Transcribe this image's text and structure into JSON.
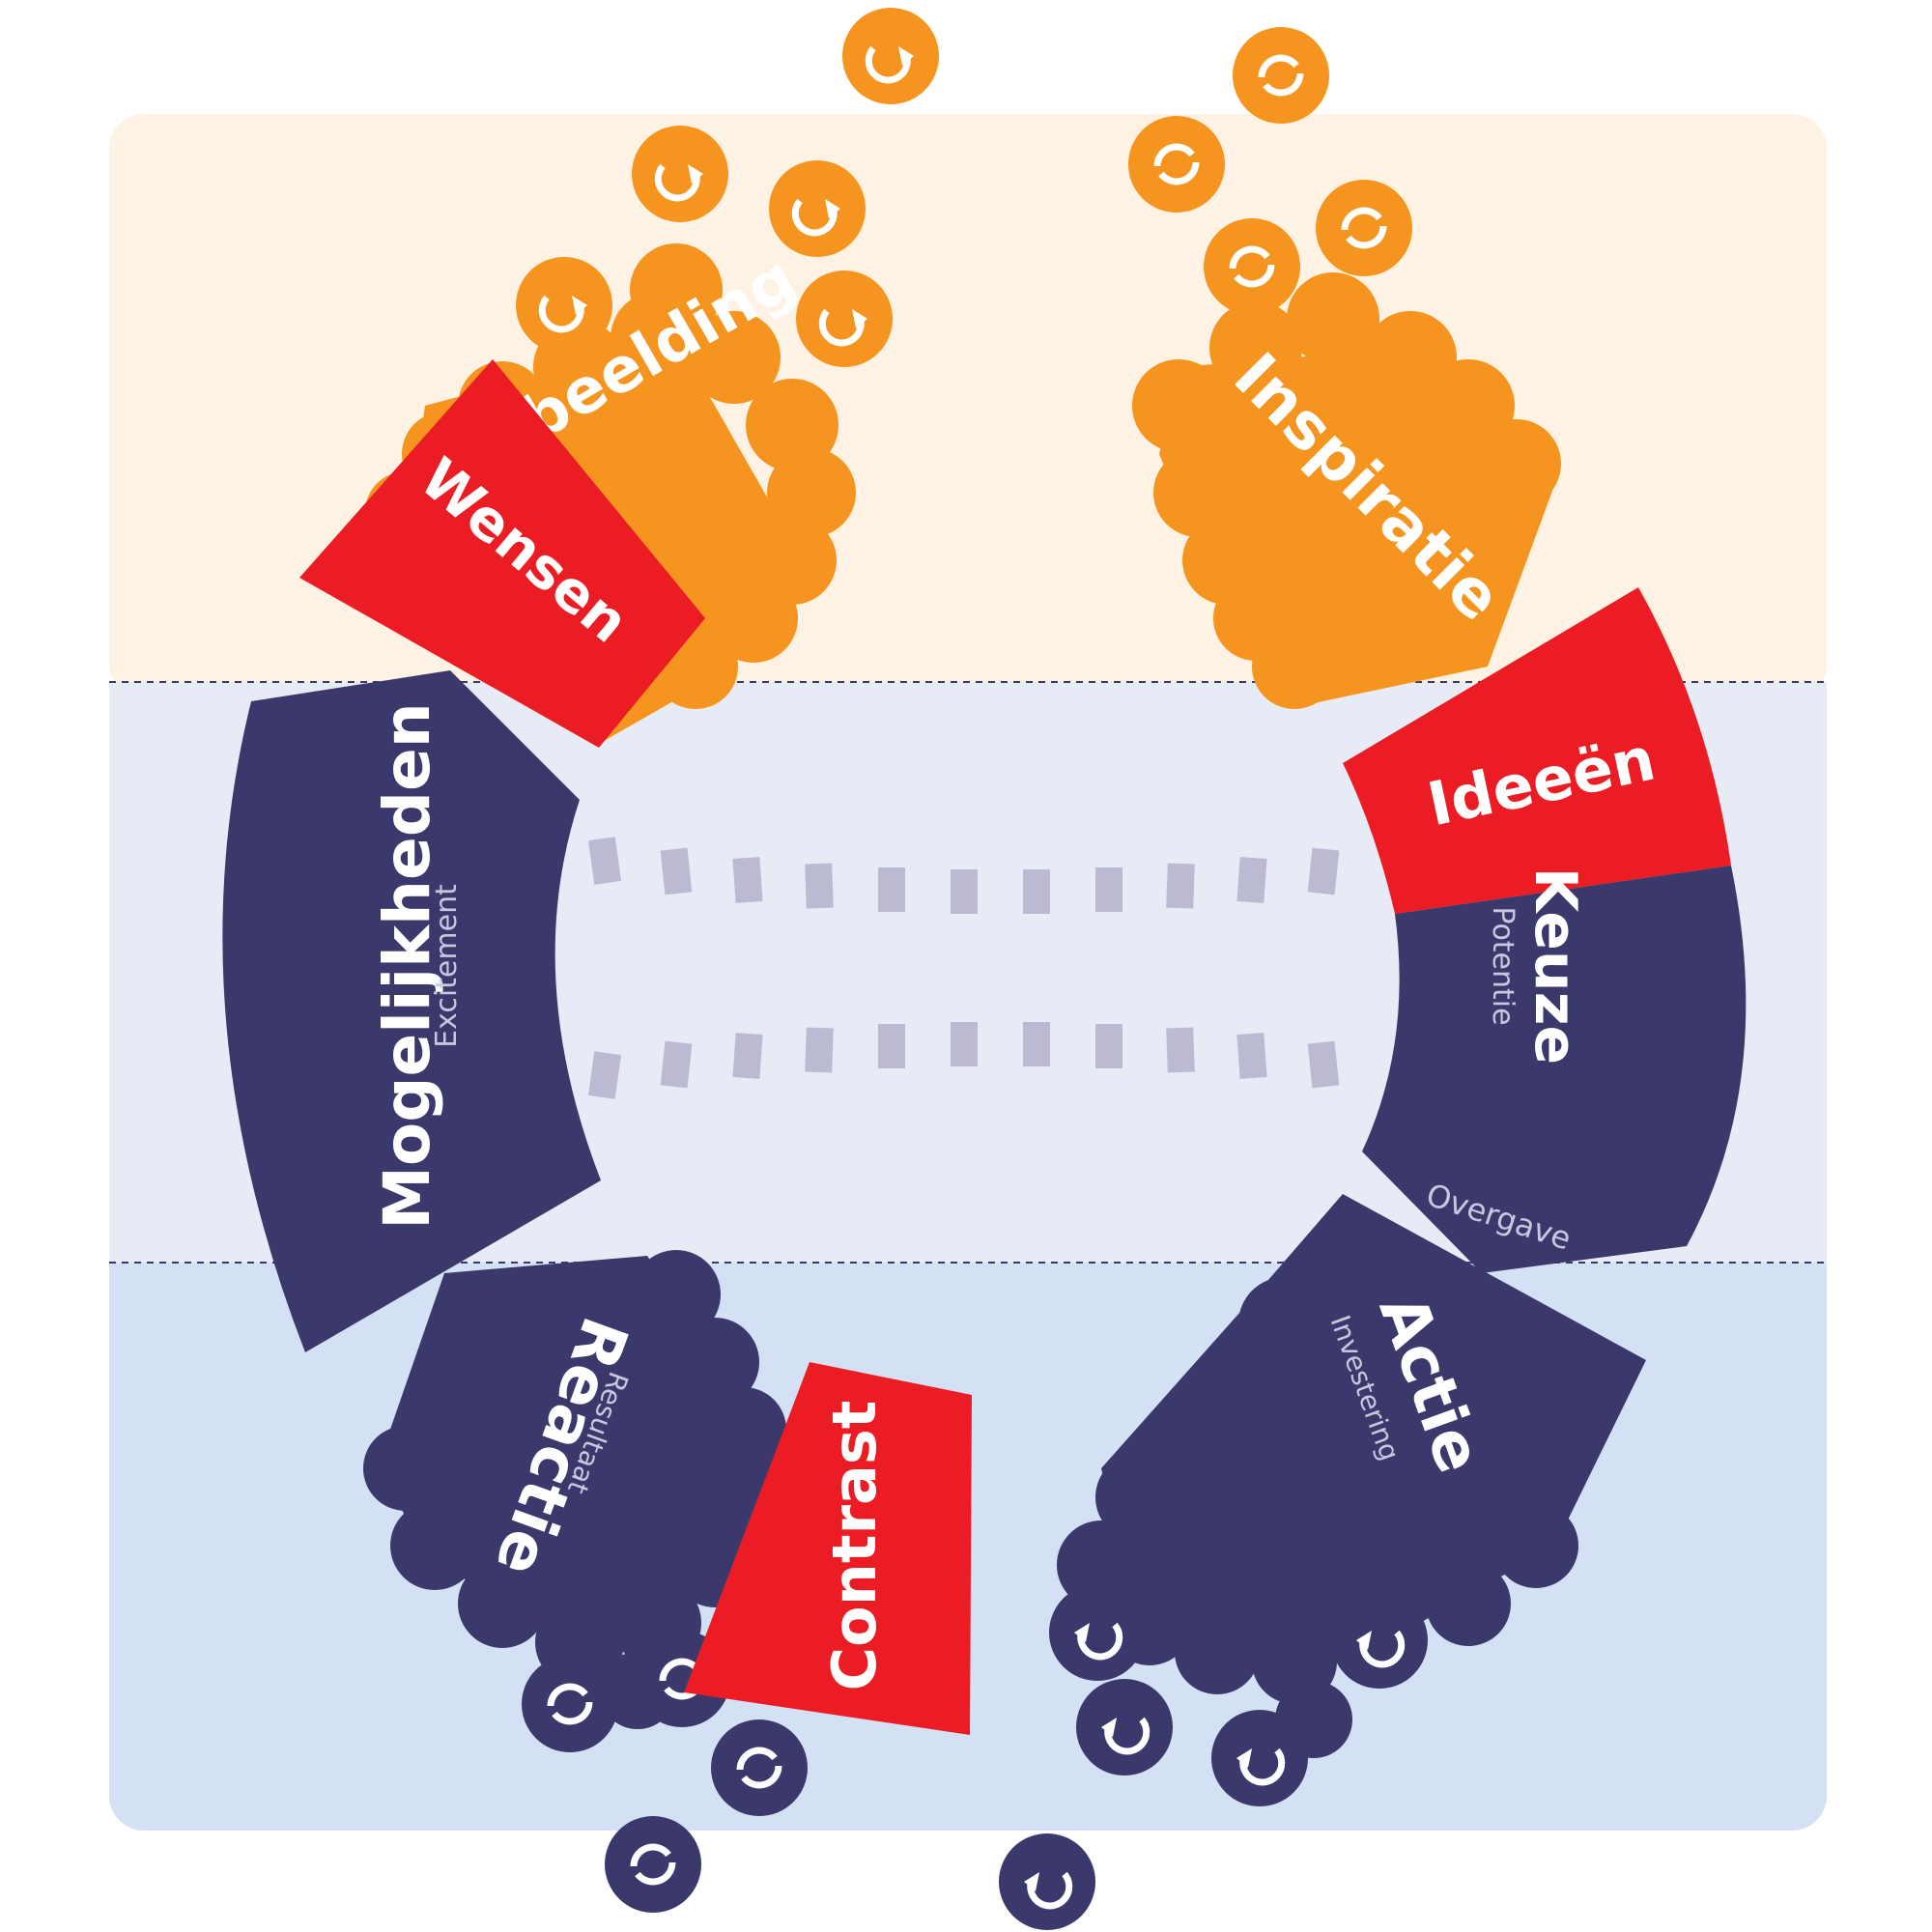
{
  "colors": {
    "orange": "#f5951f",
    "red": "#ec1c24",
    "navy": "#3b386b",
    "band_top": "#fdf2e3",
    "band_mid": "#e6ebf6",
    "band_bottom": "#d4e0f3",
    "dash": "#bcbad2",
    "white": "#ffffff"
  },
  "icons": {
    "cycle": "cycle-arrow-icon",
    "refresh": "refresh-icon"
  },
  "labels": {
    "verbeelding": "Verbeelding",
    "inspiratie": "Inspiratie",
    "wensen": "Wensen",
    "ideeen": "Ideeën",
    "mogelijkheden": "Mogelijkheden",
    "excitement": "Excitement",
    "keuze": "Keuze",
    "potentie": "Potentie",
    "overgave": "Overgave",
    "reactie": "Reactie",
    "resultaat": "Resultaat",
    "contrast": "Contrast",
    "actie": "Actie",
    "investering": "Investering"
  }
}
